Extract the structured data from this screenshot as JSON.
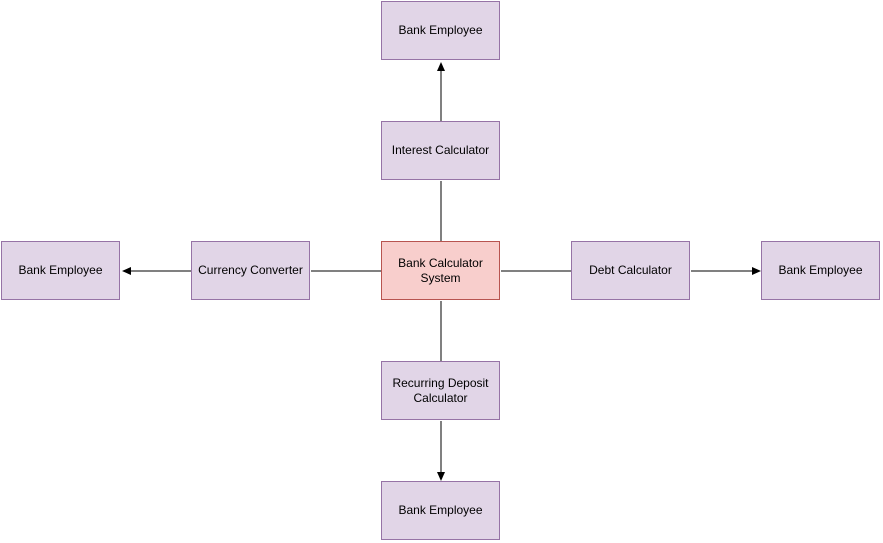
{
  "colors": {
    "node_fill": "#e1d5e7",
    "node_border": "#9673a6",
    "center_fill": "#f8cecc",
    "center_border": "#b85450",
    "edge": "#000000"
  },
  "nodes": {
    "center": {
      "label": "Bank Calculator System"
    },
    "interest_calculator": {
      "label": "Interest Calculator"
    },
    "currency_converter": {
      "label": "Currency Converter"
    },
    "debt_calculator": {
      "label": "Debt Calculator"
    },
    "recurring_deposit_calculator": {
      "label": "Recurring Deposit Calculator"
    },
    "employee_top": {
      "label": "Bank Employee"
    },
    "employee_left": {
      "label": "Bank Employee"
    },
    "employee_right": {
      "label": "Bank Employee"
    },
    "employee_bottom": {
      "label": "Bank Employee"
    }
  }
}
